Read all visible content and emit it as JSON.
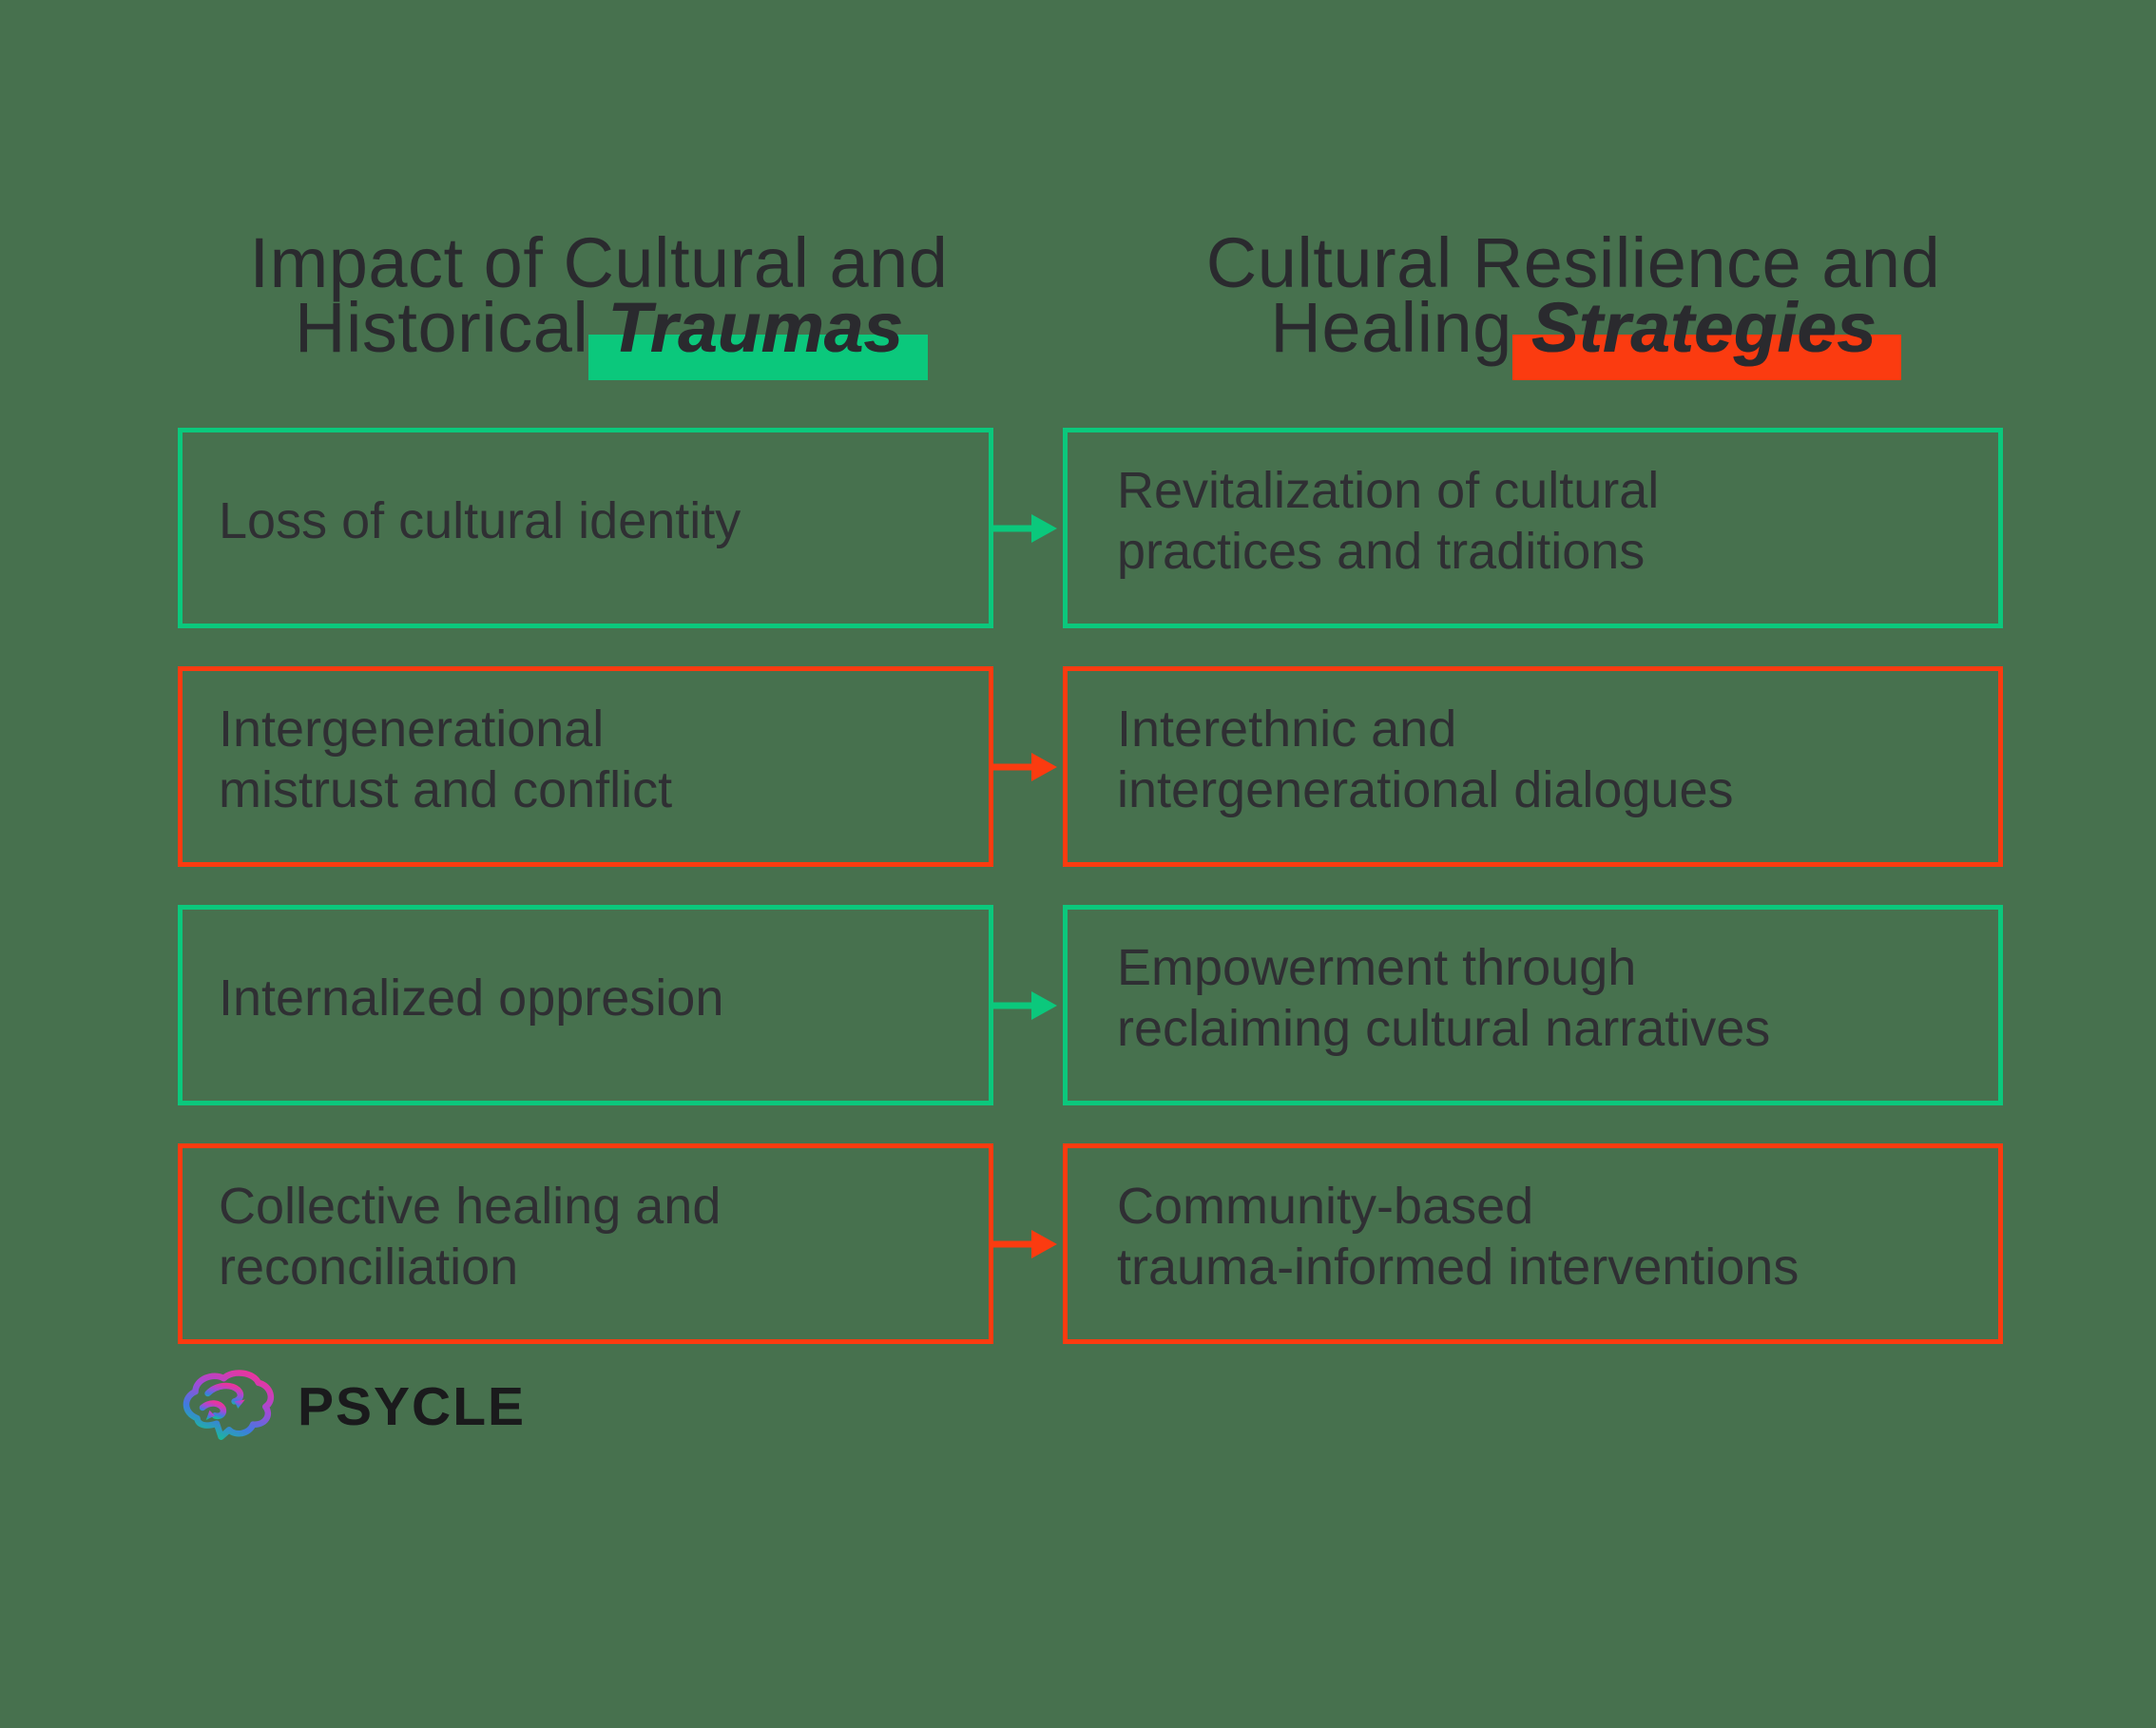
{
  "colors": {
    "background": "#47714E",
    "green_accent": "#0BC87C",
    "orange_accent": "#FB3B10",
    "text_dark": "#2a2a2e"
  },
  "titles": {
    "left": {
      "line1": "Impact of Cultural and",
      "line2_prefix": "Historical",
      "highlight": "Traumas",
      "highlight_color": "#0BC87C"
    },
    "right": {
      "line1": "Cultural Resilience and",
      "line2_prefix": "Healing",
      "highlight": "Strategies",
      "highlight_color": "#FB3B10"
    }
  },
  "rows": [
    {
      "accent": "green",
      "left_lines": [
        "Loss of cultural identity"
      ],
      "right_lines": [
        "Revitalization of cultural",
        "practices and traditions"
      ]
    },
    {
      "accent": "orange",
      "left_lines": [
        "Intergenerational",
        "mistrust and conflict"
      ],
      "right_lines": [
        "Interethnic and",
        "intergenerational dialogues"
      ]
    },
    {
      "accent": "green",
      "left_lines": [
        "Internalized oppresion"
      ],
      "right_lines": [
        "Empowerment through",
        "reclaiming cultural narratives"
      ]
    },
    {
      "accent": "orange",
      "left_lines": [
        "Collective healing and",
        "reconciliation"
      ],
      "right_lines": [
        "Community-based",
        "trauma-informed interventions"
      ]
    }
  ],
  "logo": {
    "text": "PSYCLE",
    "icon": "brain-gradient-icon"
  }
}
